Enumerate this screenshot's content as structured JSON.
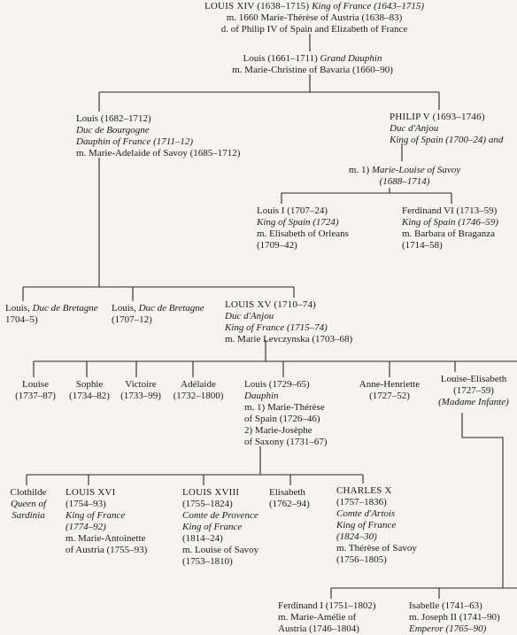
{
  "people": {
    "louis_xiv": {
      "lines": [
        {
          "parts": [
            {
              "t": "LOUIS XIV (1638–1715) ",
              "s": "caps"
            },
            {
              "t": "King of France (1643–1715)",
              "s": "it"
            }
          ]
        },
        {
          "parts": [
            {
              "t": "m. 1660 Marie-Thérèse of Austria (1638–83)",
              "s": ""
            }
          ]
        },
        {
          "parts": [
            {
              "t": "d. of Philip IV of Spain and Elizabeth of France",
              "s": ""
            }
          ]
        }
      ]
    },
    "louis_grand_dauphin": {
      "lines": [
        {
          "parts": [
            {
              "t": "Louis (1661–1711) ",
              "s": ""
            },
            {
              "t": "Grand Dauphin",
              "s": "it"
            }
          ]
        },
        {
          "parts": [
            {
              "t": "m. Marie-Christine of Bavaria (1660–90)",
              "s": ""
            }
          ]
        }
      ]
    },
    "louis_bourgogne": {
      "lines": [
        {
          "parts": [
            {
              "t": "Louis (1682–1712)",
              "s": ""
            }
          ]
        },
        {
          "parts": [
            {
              "t": "Duc de Bourgogne",
              "s": "it"
            }
          ]
        },
        {
          "parts": [
            {
              "t": "Dauphin of France (1711–12)",
              "s": "it"
            }
          ]
        },
        {
          "parts": [
            {
              "t": "m. Marie-Adelaide of Savoy (1685–1712)",
              "s": ""
            }
          ]
        }
      ]
    },
    "philip_v": {
      "lines": [
        {
          "parts": [
            {
              "t": "PHILIP V (1693–1746)",
              "s": "caps"
            }
          ]
        },
        {
          "parts": [
            {
              "t": "Duc d'Anjou",
              "s": "it"
            }
          ]
        },
        {
          "parts": [
            {
              "t": "King of Spain (1700–24) and",
              "s": "it"
            }
          ]
        }
      ]
    },
    "philip_v_marriage": {
      "lines": [
        {
          "parts": [
            {
              "t": "m. 1) ",
              "s": ""
            },
            {
              "t": "Marie-Louise of Savoy",
              "s": "it"
            }
          ]
        },
        {
          "parts": [
            {
              "t": "(1688–1714)",
              "s": "it"
            }
          ]
        }
      ]
    },
    "louis_i": {
      "lines": [
        {
          "parts": [
            {
              "t": "Louis I (1707–24)",
              "s": ""
            }
          ]
        },
        {
          "parts": [
            {
              "t": "King of Spain (1724)",
              "s": "it"
            }
          ]
        },
        {
          "parts": [
            {
              "t": "m. Elisabeth of Orleans",
              "s": ""
            }
          ]
        },
        {
          "parts": [
            {
              "t": "(1709–42)",
              "s": ""
            }
          ]
        }
      ]
    },
    "ferdinand_vi": {
      "lines": [
        {
          "parts": [
            {
              "t": "Ferdinand VI (1713–59)",
              "s": ""
            }
          ]
        },
        {
          "parts": [
            {
              "t": "King of Spain (1746–59)",
              "s": "it"
            }
          ]
        },
        {
          "parts": [
            {
              "t": "m. Barbara of Braganza",
              "s": ""
            }
          ]
        },
        {
          "parts": [
            {
              "t": "(1714–58)",
              "s": ""
            }
          ]
        }
      ]
    },
    "louis_bretagne_1": {
      "lines": [
        {
          "parts": [
            {
              "t": "Louis, ",
              "s": ""
            },
            {
              "t": "Duc de Bretagne",
              "s": "it"
            }
          ]
        },
        {
          "parts": [
            {
              "t": "1704–5)",
              "s": ""
            }
          ]
        }
      ]
    },
    "louis_bretagne_2": {
      "lines": [
        {
          "parts": [
            {
              "t": "Louis, ",
              "s": ""
            },
            {
              "t": "Duc de Bretagne",
              "s": "it"
            }
          ]
        },
        {
          "parts": [
            {
              "t": "(1707–12)",
              "s": ""
            }
          ]
        }
      ]
    },
    "louis_xv": {
      "lines": [
        {
          "parts": [
            {
              "t": "LOUIS XV (1710–74)",
              "s": "caps"
            }
          ]
        },
        {
          "parts": [
            {
              "t": "Duc d'Anjou",
              "s": "it"
            }
          ]
        },
        {
          "parts": [
            {
              "t": "King of France (1715–74)",
              "s": "it"
            }
          ]
        },
        {
          "parts": [
            {
              "t": "m. Marie Levczynska (1703–68)",
              "s": ""
            }
          ]
        }
      ]
    },
    "louise": {
      "lines": [
        {
          "parts": [
            {
              "t": "Louise",
              "s": ""
            }
          ]
        },
        {
          "parts": [
            {
              "t": "(1737–87)",
              "s": ""
            }
          ]
        }
      ]
    },
    "sophie": {
      "lines": [
        {
          "parts": [
            {
              "t": "Sophie",
              "s": ""
            }
          ]
        },
        {
          "parts": [
            {
              "t": "(1734–82)",
              "s": ""
            }
          ]
        }
      ]
    },
    "victoire": {
      "lines": [
        {
          "parts": [
            {
              "t": "Victoire",
              "s": ""
            }
          ]
        },
        {
          "parts": [
            {
              "t": "(1733–99)",
              "s": ""
            }
          ]
        }
      ]
    },
    "adelaide": {
      "lines": [
        {
          "parts": [
            {
              "t": "Adélaide",
              "s": ""
            }
          ]
        },
        {
          "parts": [
            {
              "t": "(1732–1800)",
              "s": ""
            }
          ]
        }
      ]
    },
    "louis_dauphin": {
      "lines": [
        {
          "parts": [
            {
              "t": "Louis (1729–65)",
              "s": ""
            }
          ]
        },
        {
          "parts": [
            {
              "t": "Dauphin",
              "s": "it"
            }
          ]
        },
        {
          "parts": [
            {
              "t": "m. 1) Marie-Thérèse",
              "s": ""
            }
          ]
        },
        {
          "parts": [
            {
              "t": "of Spain (1726–46)",
              "s": ""
            }
          ]
        },
        {
          "parts": [
            {
              "t": "2) Marie-Josèphe",
              "s": ""
            }
          ]
        },
        {
          "parts": [
            {
              "t": "of Saxony (1731–67)",
              "s": ""
            }
          ]
        }
      ]
    },
    "anne_henriette": {
      "lines": [
        {
          "parts": [
            {
              "t": "Anne-Henriette",
              "s": ""
            }
          ]
        },
        {
          "parts": [
            {
              "t": "(1727–52)",
              "s": ""
            }
          ]
        }
      ]
    },
    "louise_elisabeth": {
      "lines": [
        {
          "parts": [
            {
              "t": "Louise-Elisabeth",
              "s": ""
            }
          ]
        },
        {
          "parts": [
            {
              "t": "(1727–59)",
              "s": ""
            }
          ]
        },
        {
          "parts": [
            {
              "t": "(Madame Infante)",
              "s": "it"
            }
          ]
        }
      ]
    },
    "clothilde": {
      "lines": [
        {
          "parts": [
            {
              "t": "Clothilde",
              "s": ""
            }
          ]
        },
        {
          "parts": [
            {
              "t": "Queen of",
              "s": "it"
            }
          ]
        },
        {
          "parts": [
            {
              "t": "Sardinia",
              "s": "it"
            }
          ]
        }
      ]
    },
    "louis_xvi": {
      "lines": [
        {
          "parts": [
            {
              "t": "LOUIS XVI",
              "s": "caps"
            }
          ]
        },
        {
          "parts": [
            {
              "t": "(1754–93)",
              "s": ""
            }
          ]
        },
        {
          "parts": [
            {
              "t": "King of France",
              "s": "it"
            }
          ]
        },
        {
          "parts": [
            {
              "t": "(1774–92)",
              "s": "it"
            }
          ]
        },
        {
          "parts": [
            {
              "t": "m. Marie-Antoinette",
              "s": ""
            }
          ]
        },
        {
          "parts": [
            {
              "t": "of Austria (1755–93)",
              "s": ""
            }
          ]
        }
      ]
    },
    "louis_xviii": {
      "lines": [
        {
          "parts": [
            {
              "t": "LOUIS XVIII",
              "s": "caps"
            }
          ]
        },
        {
          "parts": [
            {
              "t": "(1755–1824)",
              "s": ""
            }
          ]
        },
        {
          "parts": [
            {
              "t": "Comte de Provence",
              "s": "it"
            }
          ]
        },
        {
          "parts": [
            {
              "t": "King of France",
              "s": "it"
            }
          ]
        },
        {
          "parts": [
            {
              "t": "(1814–24)",
              "s": ""
            }
          ]
        },
        {
          "parts": [
            {
              "t": "m. Louise of Savoy",
              "s": ""
            }
          ]
        },
        {
          "parts": [
            {
              "t": "(1753–1810)",
              "s": ""
            }
          ]
        }
      ]
    },
    "elisabeth": {
      "lines": [
        {
          "parts": [
            {
              "t": "Elisabeth",
              "s": ""
            }
          ]
        },
        {
          "parts": [
            {
              "t": "(1762–94)",
              "s": ""
            }
          ]
        }
      ]
    },
    "charles_x": {
      "lines": [
        {
          "parts": [
            {
              "t": "CHARLES X",
              "s": "caps"
            }
          ]
        },
        {
          "parts": [
            {
              "t": "(1757–1836)",
              "s": ""
            }
          ]
        },
        {
          "parts": [
            {
              "t": "Comte d'Artois",
              "s": "it"
            }
          ]
        },
        {
          "parts": [
            {
              "t": "King of France",
              "s": "it"
            }
          ]
        },
        {
          "parts": [
            {
              "t": "(1824–30)",
              "s": "it"
            }
          ]
        },
        {
          "parts": [
            {
              "t": "m. Thérèse of Savoy",
              "s": ""
            }
          ]
        },
        {
          "parts": [
            {
              "t": "(1756–1805)",
              "s": ""
            }
          ]
        }
      ]
    },
    "ferdinand_i": {
      "lines": [
        {
          "parts": [
            {
              "t": "Ferdinand I (1751–1802)",
              "s": ""
            }
          ]
        },
        {
          "parts": [
            {
              "t": "m. Marie-Amélie of",
              "s": ""
            }
          ]
        },
        {
          "parts": [
            {
              "t": "Austria (1746–1804)",
              "s": ""
            }
          ]
        }
      ]
    },
    "isabelle": {
      "lines": [
        {
          "parts": [
            {
              "t": "Isabelle (1741–63)",
              "s": ""
            }
          ]
        },
        {
          "parts": [
            {
              "t": "m. Joseph II (1741–90)",
              "s": ""
            }
          ]
        },
        {
          "parts": [
            {
              "t": "Emperor (1765–90)",
              "s": "it"
            }
          ]
        }
      ]
    }
  }
}
